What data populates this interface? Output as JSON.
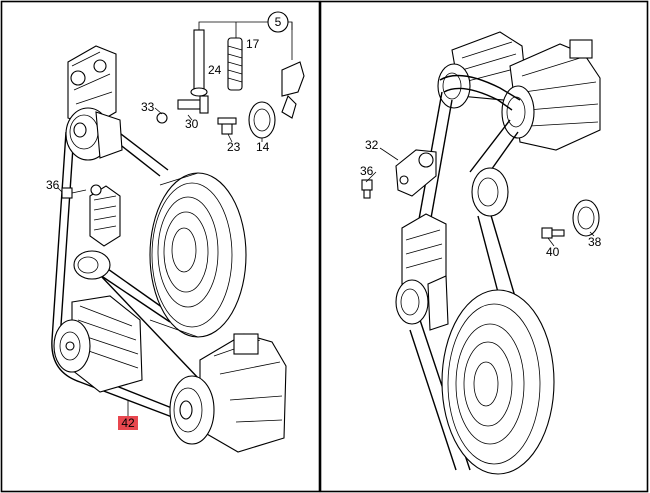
{
  "callouts": {
    "left": {
      "p5": "5",
      "p17": "17",
      "p24": "24",
      "p33": "33",
      "p30": "30",
      "p23": "23",
      "p14": "14",
      "p36": "36",
      "p42": "42"
    },
    "right": {
      "p32": "32",
      "p36": "36",
      "p40": "40",
      "p38": "38"
    }
  },
  "colors": {
    "highlight": "#e8474f",
    "line": "#000000",
    "background": "#ffffff"
  }
}
